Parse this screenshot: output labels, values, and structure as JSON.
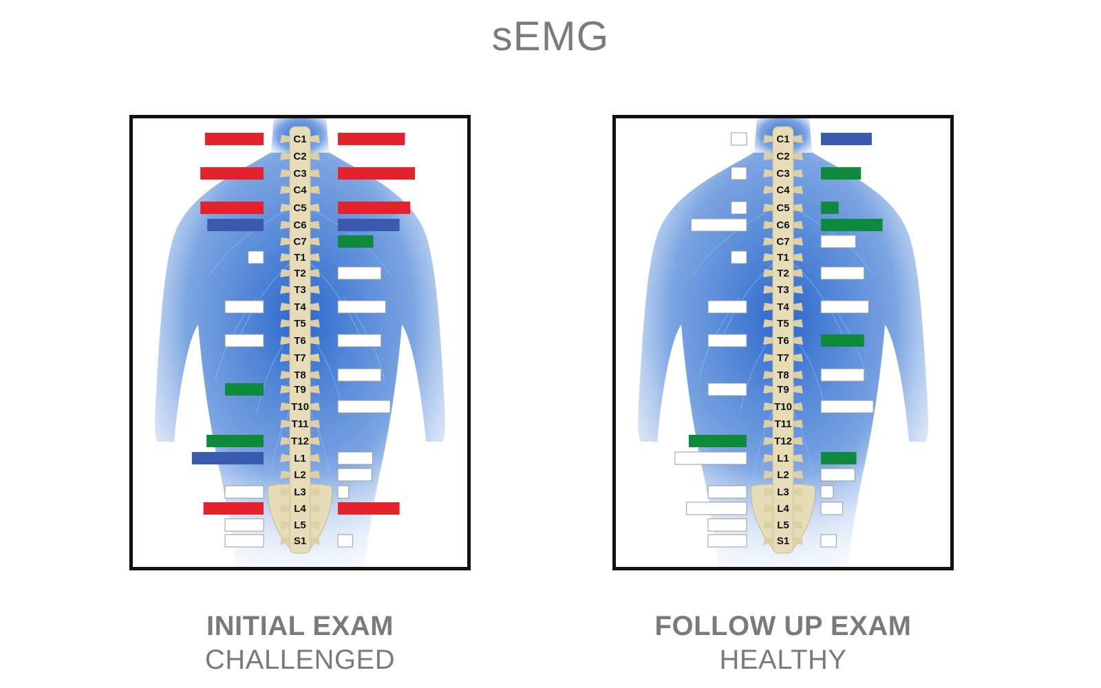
{
  "title": "sEMG",
  "colors": {
    "red": "#e3222b",
    "blue": "#3a5aad",
    "green": "#0f8a3c",
    "white": "#ffffff",
    "outline": "#9a9a9a",
    "body": "#2f6fd0",
    "bone": "#e7dcb8"
  },
  "chart_data": [
    {
      "type": "bar",
      "panel": "initial",
      "caption_title": "INITIAL EXAM",
      "caption_subtitle": "CHALLENGED",
      "categories": [
        "C1",
        "C2",
        "C3",
        "C4",
        "C5",
        "C6",
        "C7",
        "T1",
        "T2",
        "T3",
        "T4",
        "T5",
        "T6",
        "T7",
        "T8",
        "T9",
        "T10",
        "T11",
        "T12",
        "L1",
        "L2",
        "L3",
        "L4",
        "L5",
        "S1"
      ],
      "left": [
        0.76,
        null,
        0.82,
        null,
        0.82,
        0.73,
        null,
        0.2,
        null,
        null,
        0.5,
        null,
        0.5,
        null,
        null,
        0.5,
        null,
        null,
        0.74,
        0.93,
        null,
        0.5,
        0.78,
        0.5,
        0.5
      ],
      "left_colors": [
        "red",
        null,
        "red",
        null,
        "red",
        "blue",
        null,
        "white",
        null,
        null,
        "white",
        null,
        "white",
        null,
        null,
        "green",
        null,
        null,
        "green",
        "blue",
        null,
        "white",
        "red",
        "white",
        "white"
      ],
      "right": [
        0.87,
        null,
        1.0,
        null,
        0.94,
        0.8,
        null,
        null,
        0.56,
        null,
        0.62,
        null,
        0.56,
        null,
        0.56,
        null,
        0.68,
        null,
        null,
        0.45,
        0.44,
        0.14,
        0.8,
        null,
        0.19
      ],
      "right_colors": [
        "red",
        null,
        "red",
        null,
        "red",
        "blue",
        null,
        null,
        "white",
        null,
        "white",
        null,
        "white",
        null,
        "white",
        null,
        "white",
        null,
        null,
        "white",
        "white",
        "white",
        "red",
        null,
        "white"
      ],
      "right_extra": {
        "C7": {
          "value": 0.46,
          "color": "green"
        }
      },
      "left_extra_L5": 0.5
    },
    {
      "type": "bar",
      "panel": "followup",
      "caption_title": "FOLLOW UP EXAM",
      "caption_subtitle": "HEALTHY",
      "categories": [
        "C1",
        "C2",
        "C3",
        "C4",
        "C5",
        "C6",
        "C7",
        "T1",
        "T2",
        "T3",
        "T4",
        "T5",
        "T6",
        "T7",
        "T8",
        "T9",
        "T10",
        "T11",
        "T12",
        "L1",
        "L2",
        "L3",
        "L4",
        "L5",
        "S1"
      ],
      "left": [
        0.2,
        null,
        0.2,
        null,
        0.2,
        0.72,
        null,
        0.2,
        null,
        null,
        0.5,
        null,
        0.5,
        null,
        null,
        0.5,
        null,
        null,
        0.75,
        0.93,
        null,
        0.5,
        0.78,
        0.5,
        0.5
      ],
      "left_colors": [
        "white",
        null,
        "white",
        null,
        "white",
        "white",
        null,
        "white",
        null,
        null,
        "white",
        null,
        "white",
        null,
        null,
        "white",
        null,
        null,
        "green",
        "white",
        null,
        "white",
        "white",
        "white",
        "white"
      ],
      "right": [
        0.66,
        null,
        0.52,
        null,
        0.23,
        0.8,
        0.45,
        null,
        0.56,
        null,
        0.62,
        null,
        0.56,
        null,
        0.56,
        null,
        0.68,
        null,
        null,
        0.46,
        0.44,
        0.16,
        0.28,
        null,
        0.2
      ],
      "right_colors": [
        "blue",
        null,
        "green",
        null,
        "green",
        "green",
        "white",
        null,
        "white",
        null,
        "white",
        null,
        "green",
        null,
        "white",
        null,
        "white",
        null,
        null,
        "green",
        "white",
        "white",
        "white",
        null,
        "white"
      ]
    }
  ]
}
